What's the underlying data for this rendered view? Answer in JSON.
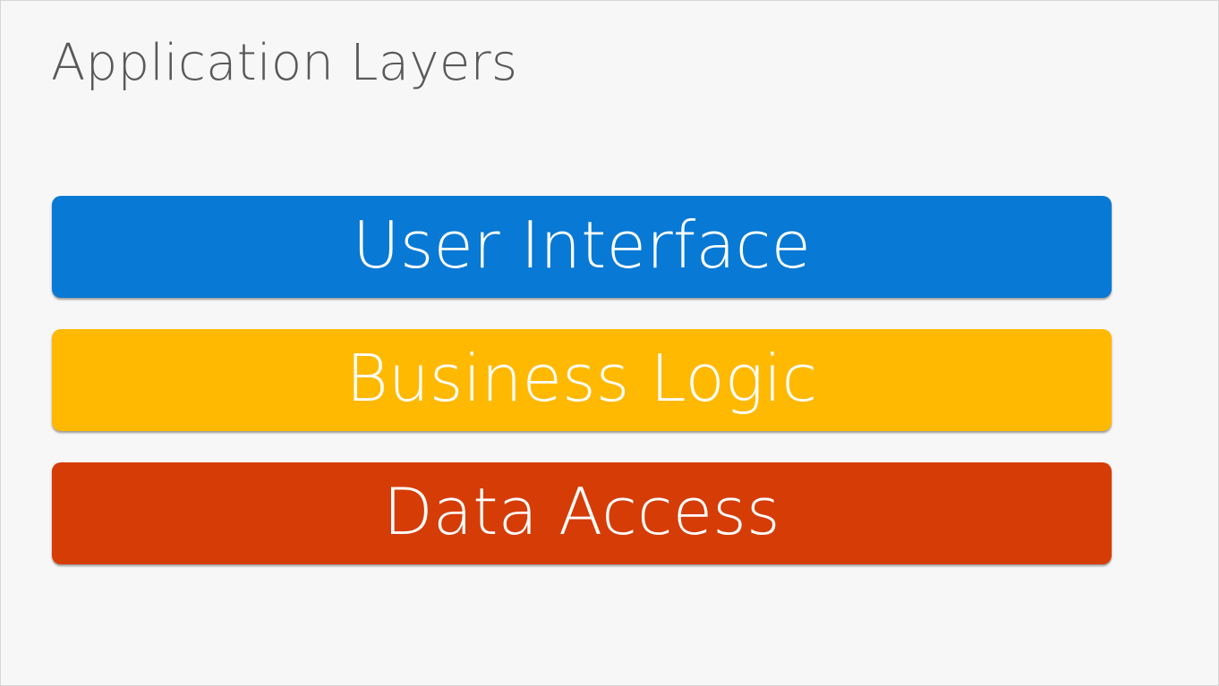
{
  "slide": {
    "title": "Application Layers",
    "background_color": "#f7f7f7",
    "border_color": "#d6d6d6",
    "title_color": "#595959"
  },
  "layers": [
    {
      "label": "User Interface",
      "color": "#0879d4",
      "text_color": "#ffffff",
      "height": 114
    },
    {
      "label": "Business Logic",
      "color": "#ffb900",
      "text_color": "#ffffff",
      "height": 114
    },
    {
      "label": "Data Access",
      "color": "#d63c06",
      "text_color": "#ffffff",
      "height": 114
    }
  ]
}
